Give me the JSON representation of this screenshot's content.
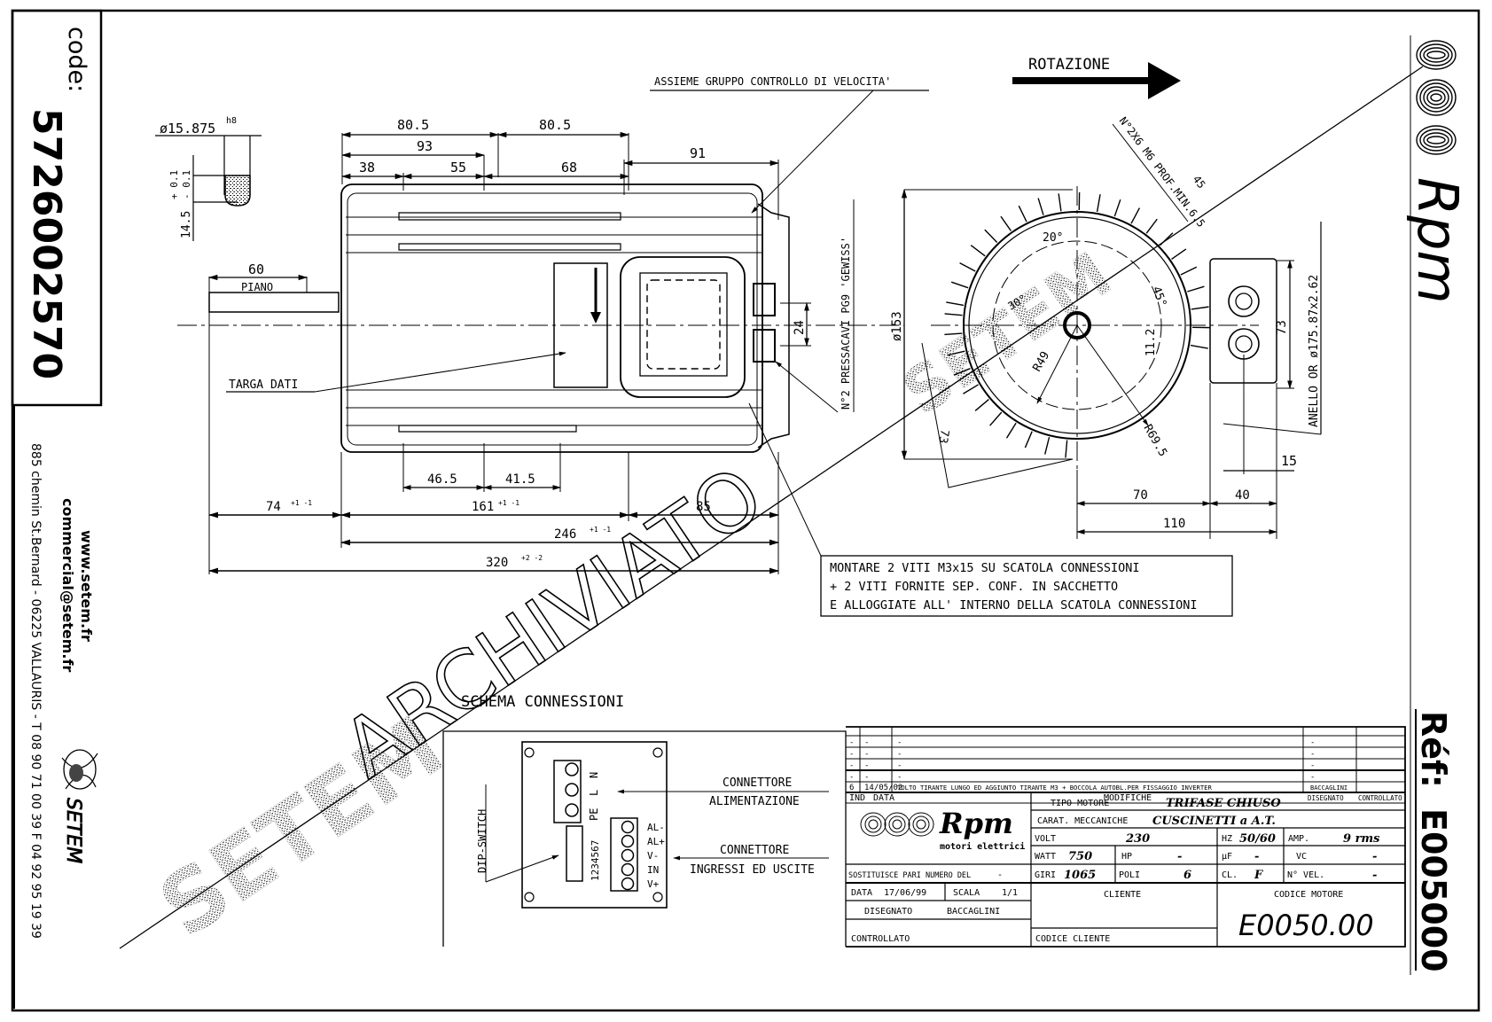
{
  "side_panel": {
    "code_label": "code:",
    "code_value": "5726002570",
    "website": "www.setem.fr",
    "email": "commercial@setem.fr",
    "address_line": "885 chemin St.Bernard  -  06225 VALLAURIS  -  T 08 90 71 00 39   F 04 92 95 19 39",
    "company_logo": "SETEM"
  },
  "right_panel": {
    "brand": "Rpm",
    "ref_label": "Réf:",
    "ref_value": "E005000"
  },
  "watermark": {
    "line1": "ARCHIVIATO",
    "line2": "SETEM",
    "line3": "SETEM"
  },
  "side_view": {
    "shaft_diameter": "ø15.875",
    "shaft_tolerance": "h8",
    "key_dim": "14.5",
    "key_tol_plus": "+ 0.1",
    "key_tol_minus": "- 0.1",
    "flat_length": "60",
    "flat_label": "PIANO",
    "dims_top": [
      "80.5",
      "80.5",
      "93",
      "38",
      "55",
      "68",
      "91"
    ],
    "label_targa": "TARGA DATI",
    "label_assieme": "ASSIEME GRUPPO CONTROLLO DI VELOCITA'",
    "label_pressacavi": "N°2 PRESSACAVI PG9 'GEWISS'",
    "dim_24": "24",
    "dims_bottom": {
      "d46": "46.5",
      "d41": "41.5",
      "d74": "74",
      "d74_tol": "+1 -1",
      "d161": "161",
      "d161_tol": "+1 -1",
      "d85": "85",
      "d246": "246",
      "d246_tol": "+1 -1",
      "d320": "320",
      "d320_tol": "+2 -2"
    }
  },
  "end_view": {
    "rotation_label": "ROTAZIONE",
    "holes_label": "N°2X6 M6 PROF.MIN.6.5",
    "dim_45": "45",
    "angle_20": "20°",
    "angle_45": "45°",
    "angle_30": "30°",
    "diam_153": "ø153",
    "r49": "R49",
    "r69": "R69.5",
    "d11": "11.2",
    "d73a": "73",
    "d73b": "73",
    "oring": "ANELLO OR ø175.87x2.62",
    "d70": "70",
    "d40": "40",
    "d15": "15",
    "d110": "110"
  },
  "note": {
    "line1": "MONTARE 2 VITI M3x15 SU SCATOLA CONNESSIONI",
    "line2": "+ 2 VITI FORNITE SEP. CONF. IN SACCHETTO",
    "line3": "E ALLOGGIATE ALL' INTERNO DELLA SCATOLA CONNESSIONI"
  },
  "schema": {
    "title": "SCHEMA CONNESSIONI",
    "power_terminals": [
      "N",
      "L",
      "PE"
    ],
    "io_terminals": [
      "AL-",
      "AL+",
      "V-",
      "IN",
      "V+"
    ],
    "dip_numbers": "1234567",
    "dip_label": "DIP-SWITCH",
    "conn_power_1": "CONNETTORE",
    "conn_power_2": "ALIMENTAZIONE",
    "conn_io_1": "CONNETTORE",
    "conn_io_2": "INGRESSI ED USCITE"
  },
  "revisions": {
    "rows": [
      {
        "ind": "-",
        "data": "-",
        "mod": "-",
        "dis": "-",
        "contr": ""
      },
      {
        "ind": "-",
        "data": "-",
        "mod": "-",
        "dis": "-",
        "contr": ""
      },
      {
        "ind": "-",
        "data": "-",
        "mod": "-",
        "dis": "-",
        "contr": ""
      },
      {
        "ind": "-",
        "data": "-",
        "mod": "-",
        "dis": "-",
        "contr": ""
      },
      {
        "ind": "6",
        "data": "14/05/02",
        "mod": "TOLTO TIRANTE LUNGO ED AGGIUNTO TIRANTE M3 + BOCCOLA AUTOBL.PER FISSAGGIO INVERTER",
        "dis": "BACCAGLINI",
        "contr": ""
      }
    ],
    "headers": {
      "ind": "IND",
      "data": "DATA",
      "mod": "MODIFICHE",
      "dis": "DISEGNATO",
      "contr": "CONTROLLATO"
    }
  },
  "title_block": {
    "logo_text": "Rpm",
    "logo_sub": "motori elettrici",
    "tipo_label": "TIPO MOTORE",
    "tipo_value": "TRIFASE CHIUSO",
    "carat_label": "CARAT. MECCANICHE",
    "carat_value": "CUSCINETTI a A.T.",
    "volt_label": "VOLT",
    "volt_value": "230",
    "hz_label": "HZ",
    "hz_value": "50/60",
    "amp_label": "AMP.",
    "amp_value": "9 rms",
    "watt_label": "WATT",
    "watt_value": "750",
    "hp_label": "HP",
    "hp_value": "-",
    "uf_label": "µF",
    "uf_value": "-",
    "vc_label": "VC",
    "vc_value": "-",
    "giri_label": "GIRI",
    "giri_value": "1065",
    "poli_label": "POLI",
    "poli_value": "6",
    "cl_label": "CL.",
    "cl_value": "F",
    "nvel_label": "N° VEL.",
    "nvel_value": "-",
    "sostituisce_label": "SOSTITUISCE PARI NUMERO DEL",
    "sostituisce_value": "-",
    "data_label": "DATA",
    "data_value": "17/06/99",
    "scala_label": "SCALA",
    "scala_value": "1/1",
    "disegnato_label": "DISEGNATO",
    "disegnato_value": "BACCAGLINI",
    "controllato_label": "CONTROLLATO",
    "cliente_label": "CLIENTE",
    "codice_cliente_label": "CODICE CLIENTE",
    "codice_motore_label": "CODICE MOTORE",
    "codice_motore_value": "E0050.00"
  }
}
